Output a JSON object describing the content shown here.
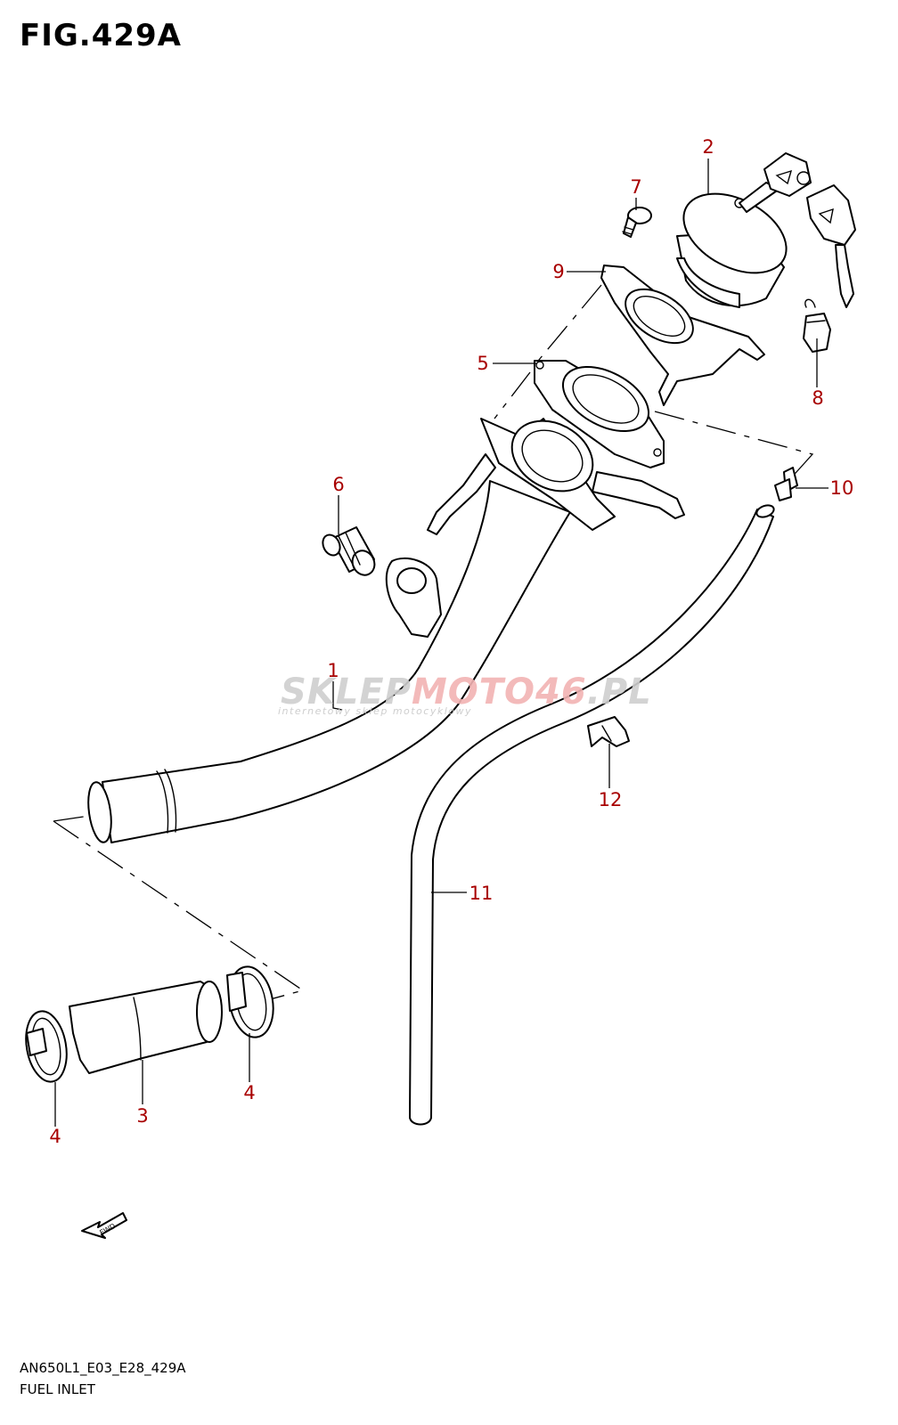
{
  "figure": {
    "title": "FIG.429A",
    "model_code": "AN650L1_E03_E28_429A",
    "name": "FUEL INLET"
  },
  "callouts": [
    {
      "id": "1",
      "label": "1"
    },
    {
      "id": "2",
      "label": "2"
    },
    {
      "id": "3",
      "label": "3"
    },
    {
      "id": "4a",
      "label": "4"
    },
    {
      "id": "4b",
      "label": "4"
    },
    {
      "id": "5",
      "label": "5"
    },
    {
      "id": "6",
      "label": "6"
    },
    {
      "id": "7",
      "label": "7"
    },
    {
      "id": "8",
      "label": "8"
    },
    {
      "id": "9",
      "label": "9"
    },
    {
      "id": "10",
      "label": "10"
    },
    {
      "id": "11",
      "label": "11"
    },
    {
      "id": "12",
      "label": "12"
    }
  ],
  "direction_arrow": {
    "label": "FWD"
  },
  "watermark": {
    "part1": "SKLEP",
    "part2": "MOTO46",
    "part3": ".PL",
    "tagline": "internetowy sklep motocyklowy"
  },
  "colors": {
    "callout": "#a80000",
    "watermark_gray": "#c9c9c9",
    "watermark_red": "#f2b3b3"
  }
}
